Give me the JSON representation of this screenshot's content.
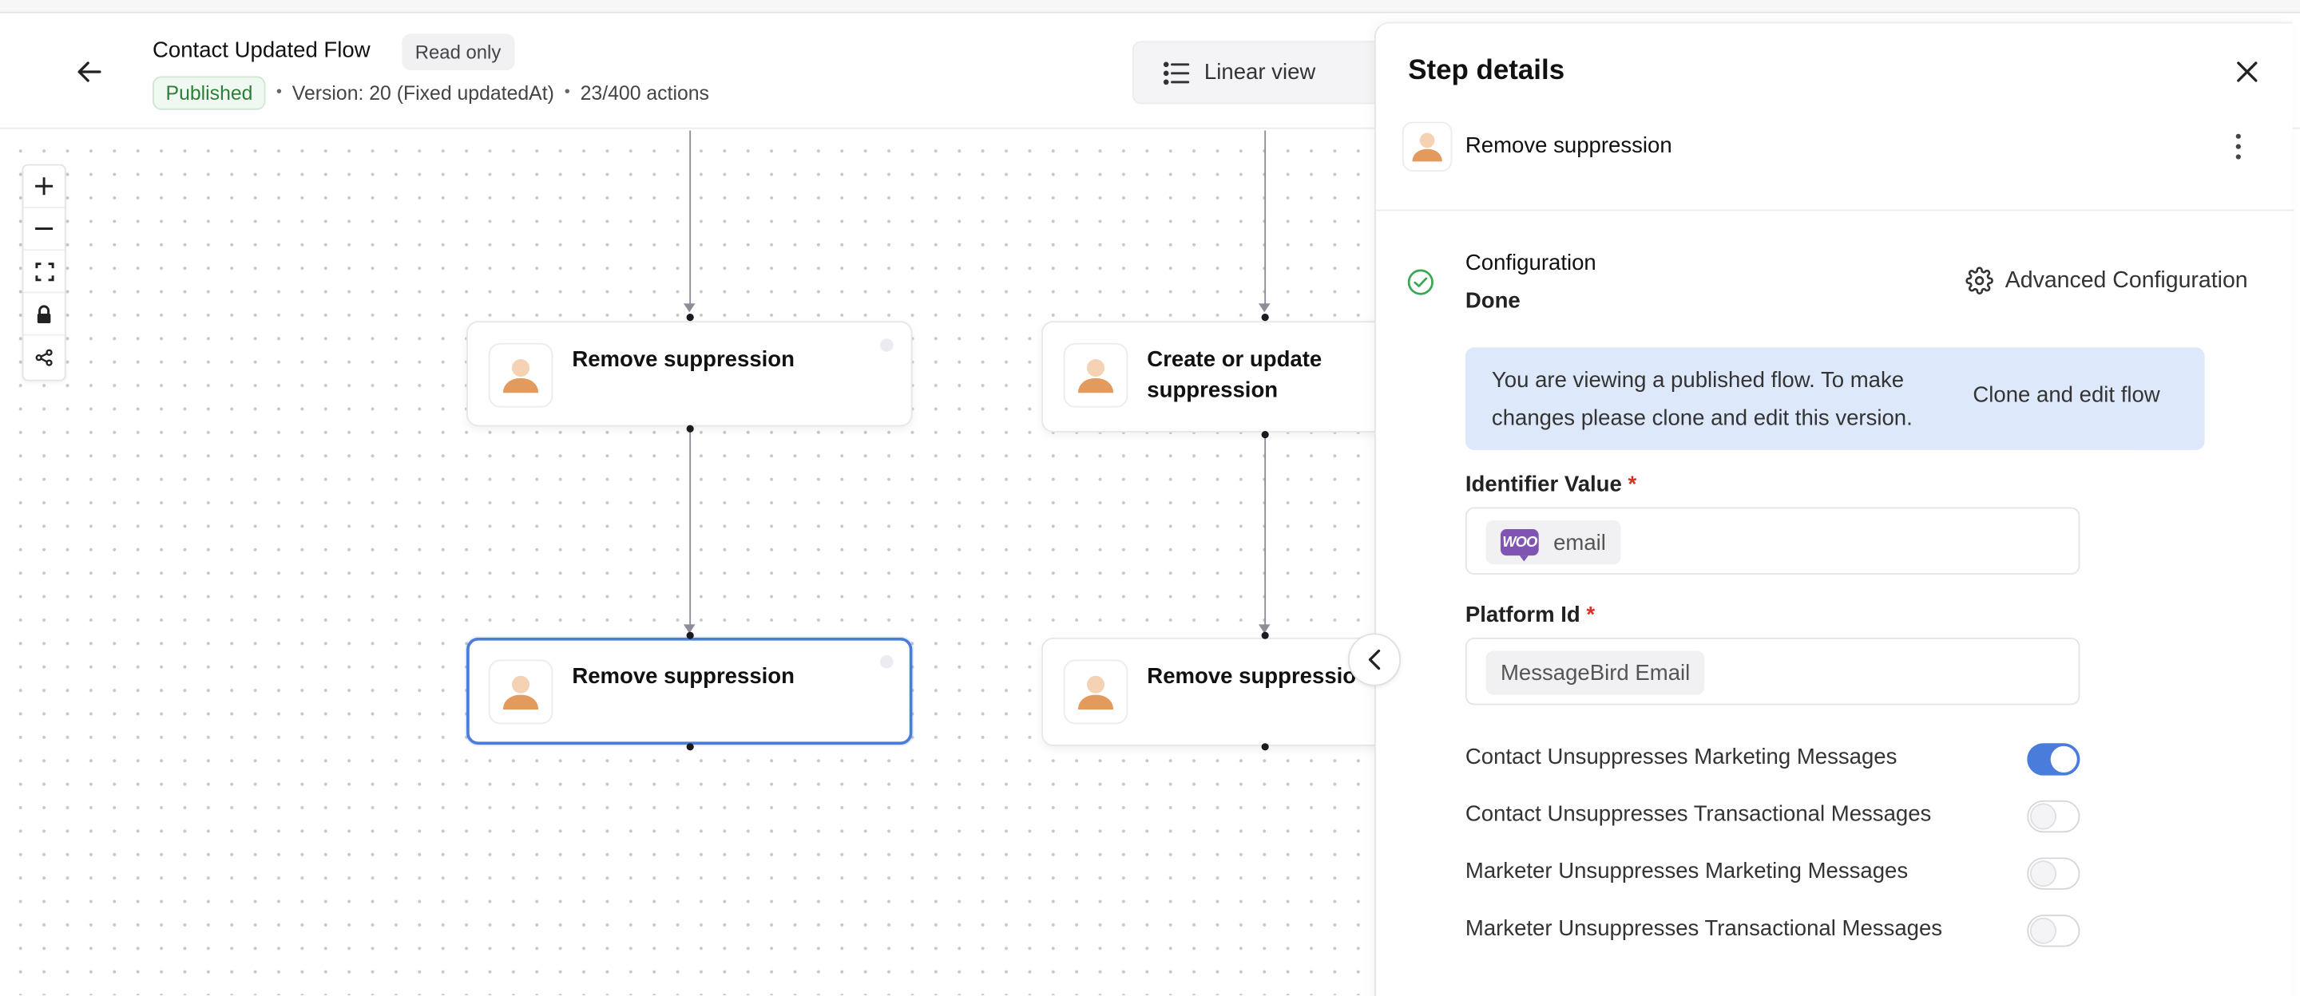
{
  "header": {
    "flow_title": "Contact Updated Flow",
    "read_only_badge": "Read only",
    "status_badge": "Published",
    "version_text": "Version: 20 (Fixed updatedAt)",
    "actions_text": "23/400 actions",
    "linear_view_label": "Linear view"
  },
  "canvas": {
    "nodes": [
      {
        "title": "Remove suppression",
        "icon": "person-icon"
      },
      {
        "title": "Create or update",
        "title_line2": "suppression",
        "icon": "person-icon"
      },
      {
        "title": "Remove suppression",
        "icon": "person-icon",
        "selected": true
      },
      {
        "title": "Remove suppressio",
        "icon": "person-icon"
      }
    ]
  },
  "panel": {
    "title": "Step details",
    "step_name": "Remove suppression",
    "configuration_label": "Configuration",
    "configuration_status": "Done",
    "advanced_configuration_label": "Advanced Configuration",
    "info_text": "You are viewing a published flow. To make changes please clone and edit this version.",
    "clone_button_label": "Clone and edit flow",
    "identifier_label": "Identifier Value",
    "identifier_value": "email",
    "identifier_logo_text": "WOO",
    "platform_label": "Platform Id",
    "platform_value": "MessageBird Email",
    "required_marker": "*",
    "toggles": [
      {
        "label": "Contact Unsuppresses Marketing Messages",
        "on": true
      },
      {
        "label": "Contact Unsuppresses Transactional Messages",
        "on": false
      },
      {
        "label": "Marketer Unsuppresses Marketing Messages",
        "on": false
      },
      {
        "label": "Marketer Unsuppresses Transactional Messages",
        "on": false
      }
    ]
  },
  "colors": {
    "accent": "#4a7cdc",
    "published_green": "#2f7d3a",
    "info_bg": "#dde8fb",
    "required_red": "#d93025",
    "woo_purple": "#7f54b3"
  }
}
